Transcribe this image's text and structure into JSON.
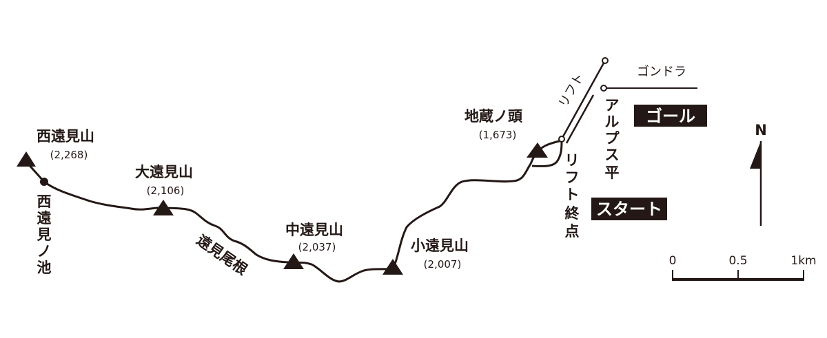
{
  "map": {
    "peaks": [
      {
        "name": "西遠見山",
        "elevation": "(2,268)"
      },
      {
        "name": "大遠見山",
        "elevation": "(2,106)"
      },
      {
        "name": "中遠見山",
        "elevation": "(2,037)"
      },
      {
        "name": "小遠見山",
        "elevation": "(2,007)"
      },
      {
        "name": "地蔵ノ頭",
        "elevation": "(1,673)"
      }
    ],
    "pond": [
      "西",
      "遠",
      "見",
      "ノ",
      "池"
    ],
    "ridge": "遠見尾根",
    "lift": "リフト",
    "gondola": "ゴンドラ",
    "alps_daira": [
      "ア",
      "ル",
      "プ",
      "ス",
      "平"
    ],
    "lift_end": [
      "リ",
      "フ",
      "ト",
      "終",
      "点"
    ],
    "goal": "ゴール",
    "start": "スタート",
    "north": "N",
    "scale": [
      "0",
      "0.5",
      "1km"
    ],
    "colors": {
      "ink": "#231815",
      "paper": "#ffffff"
    }
  }
}
